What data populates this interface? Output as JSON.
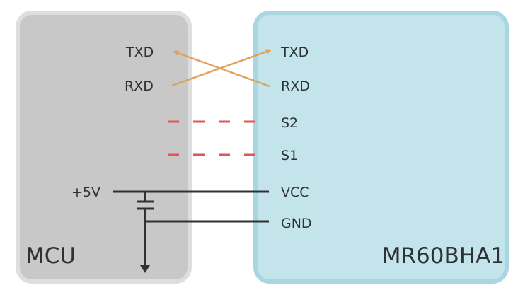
{
  "mcu": {
    "title": "MCU",
    "pins": {
      "txd": "TXD",
      "rxd": "RXD",
      "power": "+5V"
    }
  },
  "module": {
    "title": "MR60BHA1",
    "pins": {
      "txd": "TXD",
      "rxd": "RXD",
      "s2": "S2",
      "s1": "S1",
      "vcc": "VCC",
      "gnd": "GND"
    }
  },
  "colors": {
    "mcu_fill": "#c8c8c8",
    "mcu_border": "#dedede",
    "module_fill": "#c3e4eb",
    "module_border": "#a8d7e1",
    "uart": "#e0a25a",
    "dashed": "#e05555",
    "wire": "#2e3234"
  }
}
